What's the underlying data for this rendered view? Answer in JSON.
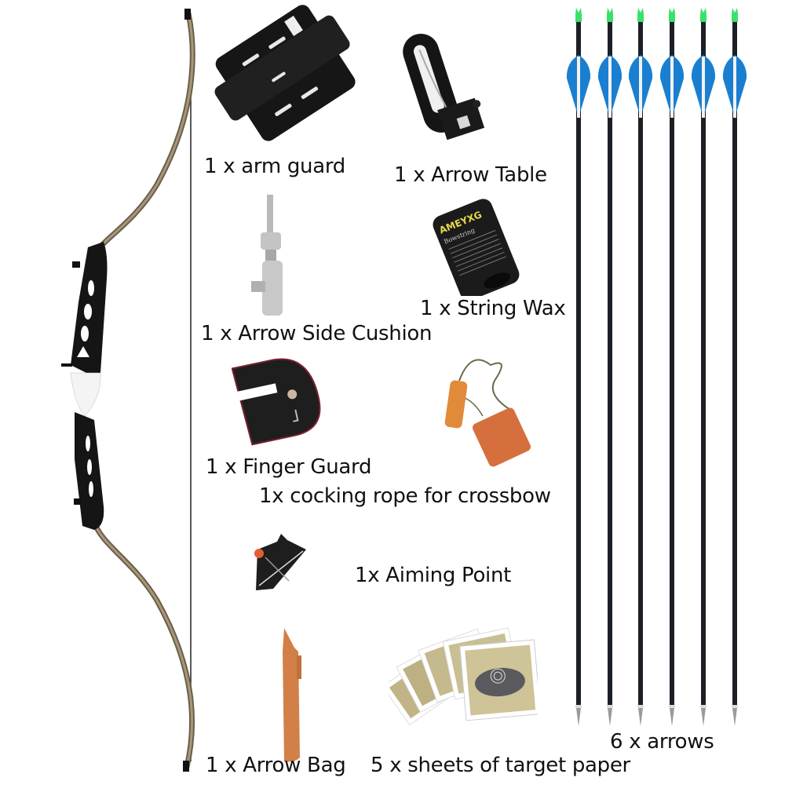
{
  "product": {
    "bow_colors": {
      "riser": "#151515",
      "limb": "#8a7a62",
      "string": "#222222"
    },
    "arrow_colors": {
      "shaft": "#1c1f26",
      "vane": "#1a7fd0",
      "cock_vane": "#f2f2f2",
      "nock": "#3be06b",
      "tip": "#9a9a9a"
    }
  },
  "items": [
    {
      "id": "arm-guard",
      "label": "1 x arm guard"
    },
    {
      "id": "arrow-table",
      "label": "1 x Arrow Table"
    },
    {
      "id": "arrow-side-cushion",
      "label": "1 x Arrow Side Cushion"
    },
    {
      "id": "string-wax",
      "label": "1 x String Wax",
      "brand": "AMEYXG",
      "sub": "Bowstring"
    },
    {
      "id": "finger-guard",
      "label": "1 x Finger Guard"
    },
    {
      "id": "cocking-rope",
      "label": "1x cocking rope for crossbow"
    },
    {
      "id": "aiming-point",
      "label": "1x Aiming Point"
    },
    {
      "id": "arrow-bag",
      "label": "1 x Arrow Bag"
    },
    {
      "id": "target-paper",
      "label": "5 x sheets of target paper"
    },
    {
      "id": "arrows",
      "label": "6 x arrows",
      "count": 6
    }
  ]
}
